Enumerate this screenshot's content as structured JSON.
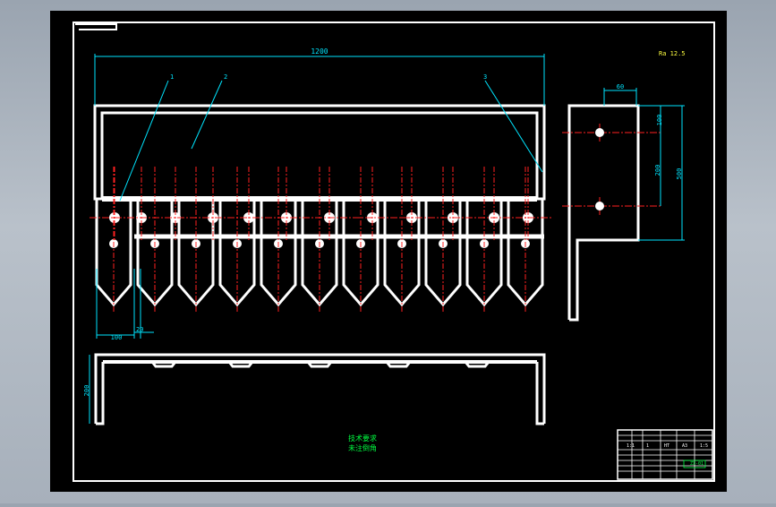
{
  "drawing": {
    "colors": {
      "sheet": "#000000",
      "line": "#ffffff",
      "centerline": "#ff2020",
      "dimension": "#00e5ff",
      "note": "#ffff40",
      "notes_green": "#00ff40",
      "title_green": "#00ff40"
    },
    "top_dimension": "1200",
    "side_dims": {
      "width": "60",
      "upper": "100",
      "middle": "200",
      "overall": "500"
    },
    "bottom_dims": {
      "pitch": "100",
      "gap": "20",
      "height": "200"
    },
    "leaders": [
      "1",
      "2",
      "3"
    ],
    "corner_note": "Ra 12.5",
    "tech_notes": [
      "技术要求",
      "未注倒角"
    ],
    "title_block": {
      "scale_row": [
        "1:1",
        "1",
        "HT",
        "A3",
        "1:5"
      ],
      "drawing_no": "ZX-01"
    }
  }
}
